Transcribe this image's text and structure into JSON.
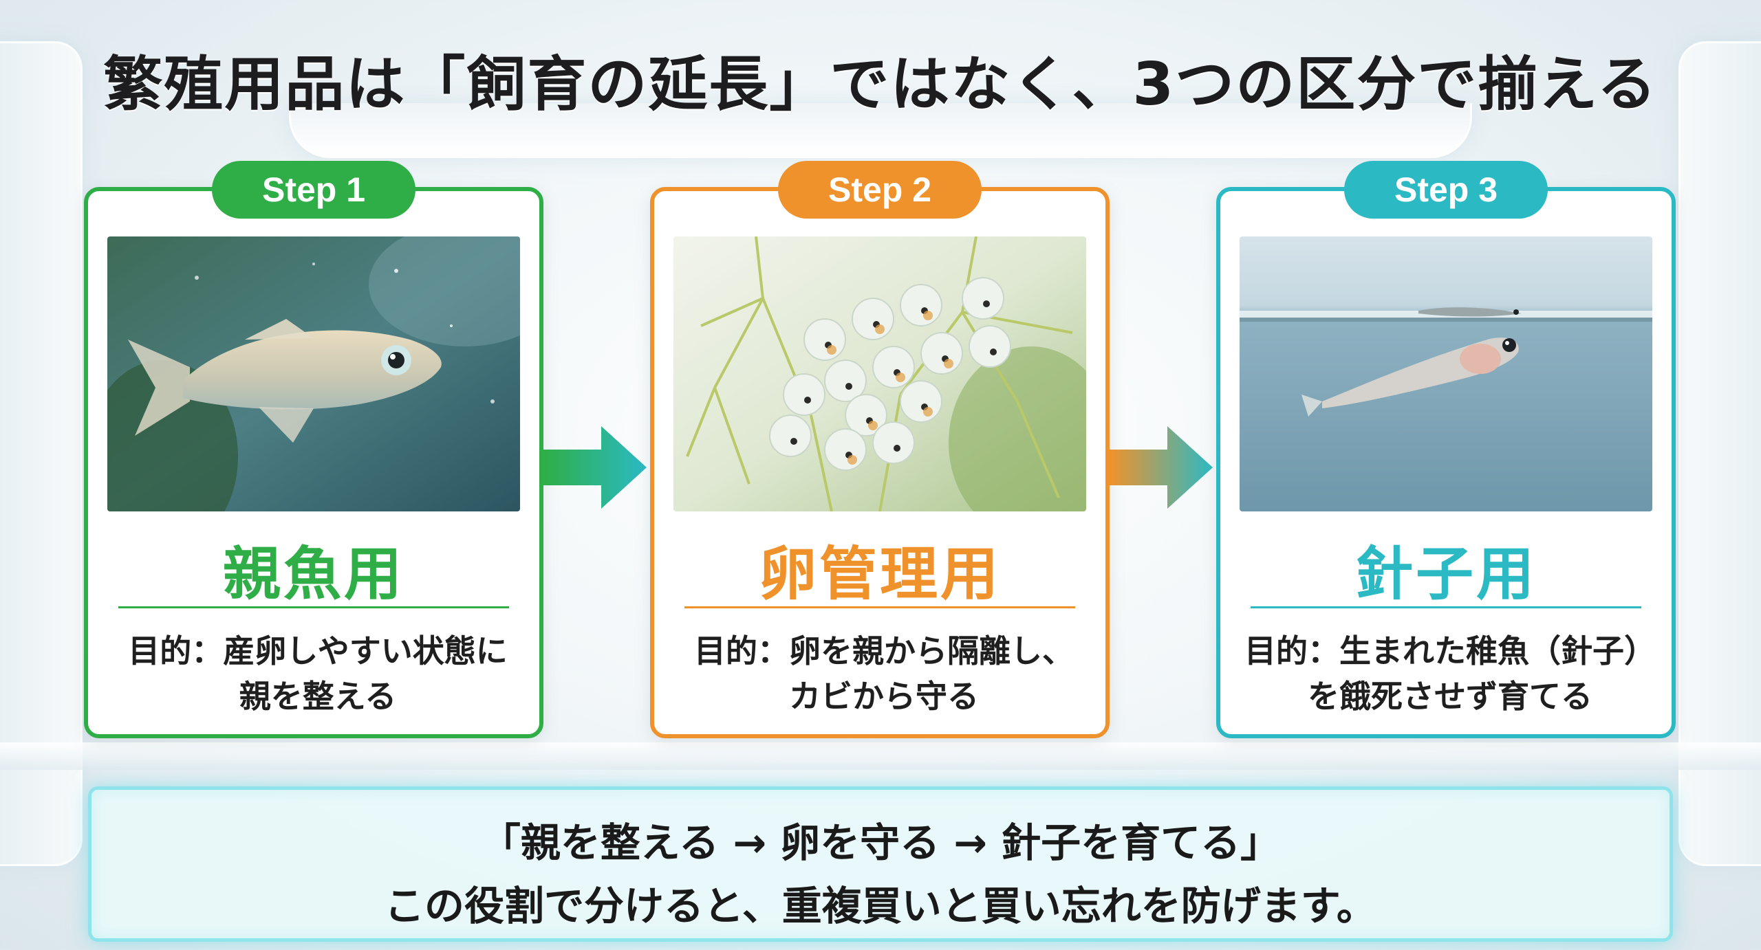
{
  "title": "繁殖用品は「飼育の延長」ではなく、3つの区分で揃える",
  "colors": {
    "step1": "#2fae48",
    "step2": "#f0922b",
    "step3": "#2bbac4",
    "summary_border": "#8fe3ea"
  },
  "steps": [
    {
      "badge": "Step 1",
      "title": "親魚用",
      "purpose_line1": "目的：産卵しやすい状態に",
      "purpose_line2": "親を整える",
      "image": "adult-medaka-fish-photo"
    },
    {
      "badge": "Step 2",
      "title": "卵管理用",
      "purpose_line1": "目的：卵を親から隔離し、",
      "purpose_line2": "カビから守る",
      "image": "eggs-on-water-plant-photo"
    },
    {
      "badge": "Step 3",
      "title": "針子用",
      "purpose_line1": "目的：生まれた稚魚（針子）",
      "purpose_line2": "を餓死させず育てる",
      "image": "fry-near-water-surface-photo"
    }
  ],
  "summary": {
    "line1": "「親を整える → 卵を守る → 針子を育てる」",
    "line2": "この役割で分けると、重複買いと買い忘れを防げます。"
  }
}
